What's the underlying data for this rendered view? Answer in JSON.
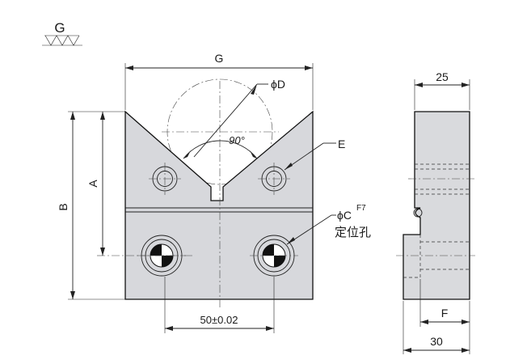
{
  "surface_symbol": {
    "letter": "G"
  },
  "dimensions": {
    "g": "G",
    "phi_d": "ϕD",
    "angle": "90°",
    "e": "E",
    "a": "A",
    "b": "B",
    "phi_c": "ϕC",
    "phi_c_tolerance": "F7",
    "pin_hole_label": "定位孔",
    "spacing": "50±0.02",
    "width_25": "25",
    "f": "F",
    "width_30": "30"
  }
}
